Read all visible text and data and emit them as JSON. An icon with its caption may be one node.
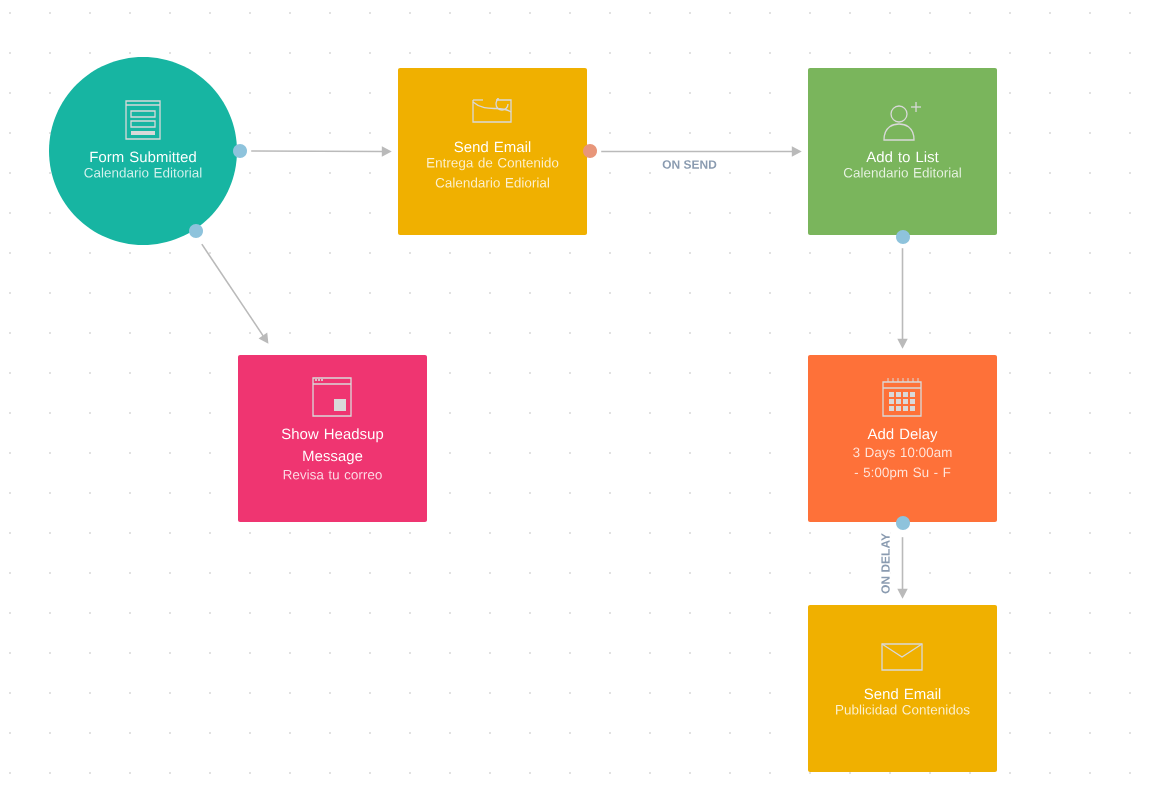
{
  "diagram": {
    "nodes": [
      {
        "text": [
          "Form Submitted",
          "Calendario Editorial"
        ]
      },
      {
        "text": [
          "Send Email",
          "Entrega de Contenido Calendario Ediorial"
        ]
      },
      {
        "text": [
          "Add to List",
          "Calendario Editorial"
        ]
      },
      {
        "text": [
          "Show Headsup Message",
          "Revisa tu correo"
        ]
      },
      {
        "text": [
          "Add Delay",
          "3 Days 10:00am - 5:00pm Su - F"
        ]
      },
      {
        "text": [
          "Send Email",
          "Publicidad Contenidos"
        ]
      }
    ],
    "edges": [
      {
        "from": 0,
        "to": 1,
        "arrow": "to"
      },
      {
        "from": 1,
        "to": 2,
        "arrow": "to",
        "label": "ON SEND"
      },
      {
        "from": 0,
        "to": 3,
        "arrow": "to"
      },
      {
        "from": 2,
        "to": 4,
        "arrow": "to"
      },
      {
        "from": 4,
        "to": 5,
        "arrow": "to",
        "label": "ON DELAY"
      }
    ]
  }
}
